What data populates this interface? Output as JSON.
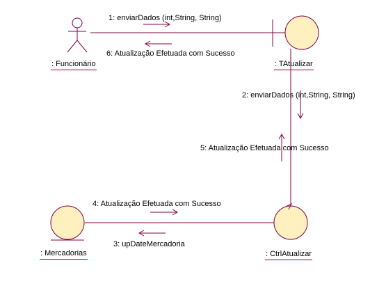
{
  "colors": {
    "line": "#800040",
    "object_fill": "#fff0c0",
    "object_stroke": "#800040",
    "text": "#000000",
    "background": "#ffffff"
  },
  "objects": {
    "funcionario": {
      "label": ": Funcionário",
      "kind": "actor"
    },
    "tatualizar": {
      "label": ": TAtualizar",
      "kind": "boundary"
    },
    "ctrlatualizar": {
      "label": ": CtrlAtualizar",
      "kind": "control"
    },
    "mercadorias": {
      "label": ": Mercadorias",
      "kind": "entity"
    }
  },
  "messages": {
    "m1": "1: enviarDados (int,String, String)",
    "m2": "2: enviarDados (int,String, String)",
    "m3": "3: upDateMercadoria",
    "m4": "4: Atualização Efetuada com Sucesso",
    "m5": "5: Atualização Efetuada com Sucesso",
    "m6": "6: Atualização Efetuada com Sucesso"
  }
}
